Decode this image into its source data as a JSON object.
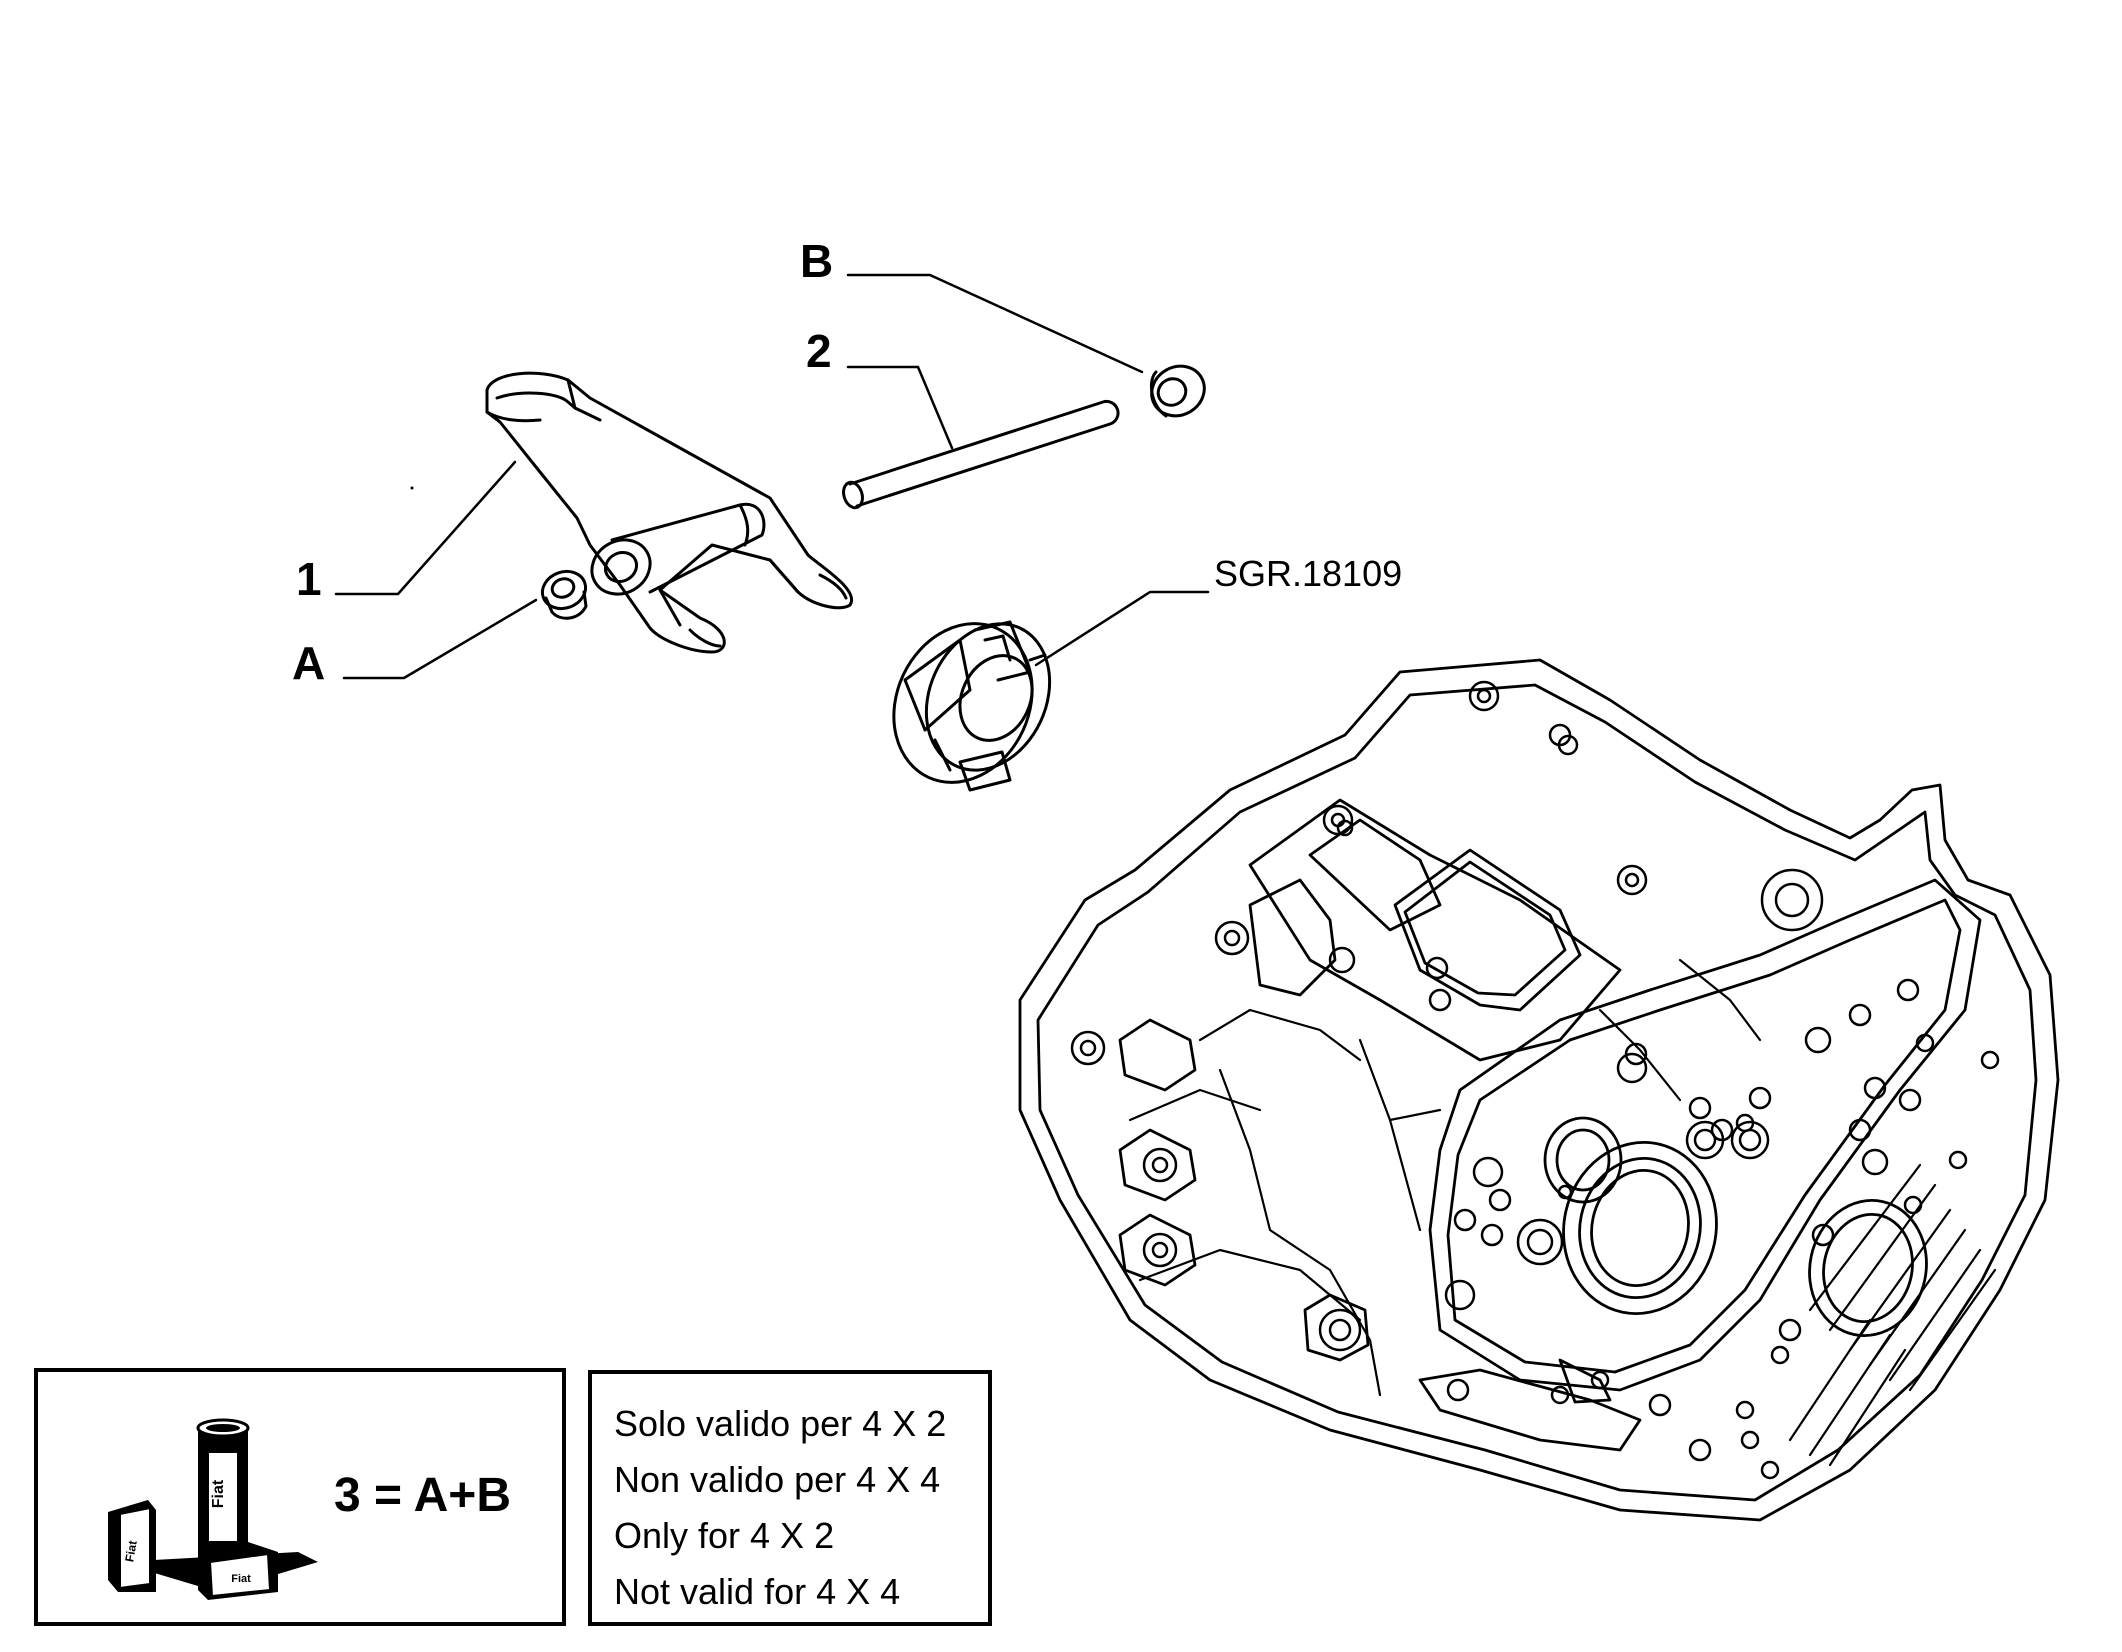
{
  "callouts": {
    "part_1": "1",
    "part_2": "2",
    "part_a": "A",
    "part_b": "B"
  },
  "reference": "SGR.18109",
  "kit": {
    "formula": "3 = A+B",
    "icon": "grease-cans-icon"
  },
  "validity": {
    "lines": [
      "Solo valido per 4 X 2",
      "Non valido per 4 X 4",
      "Only for 4 X 2",
      "Not valid for 4 X 4"
    ]
  }
}
